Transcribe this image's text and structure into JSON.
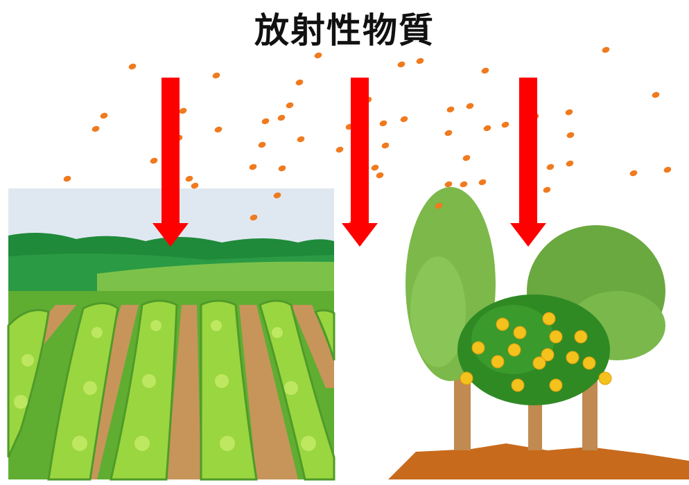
{
  "title": "放射性物質",
  "colors": {
    "particle": "#f07a1e",
    "arrow": "#ff0000",
    "sky": "#dde8f2",
    "forest_dark": "#1f8a3a",
    "forest_mid": "#2fa048",
    "field_light": "#6fbf3a",
    "soil_row": "#c7955a",
    "crop": "#8fcf3c",
    "crop_dark": "#4f9a2a",
    "tree_light": "#7cb84a",
    "tree_dark": "#3f8f2a",
    "fruit": "#f3c21c",
    "trunk": "#c08a50",
    "ground": "#c86a1c"
  },
  "icons": [
    "radioactive-particle-icon",
    "down-arrow-icon",
    "crop-field-illustration",
    "orchard-trees-illustration"
  ]
}
